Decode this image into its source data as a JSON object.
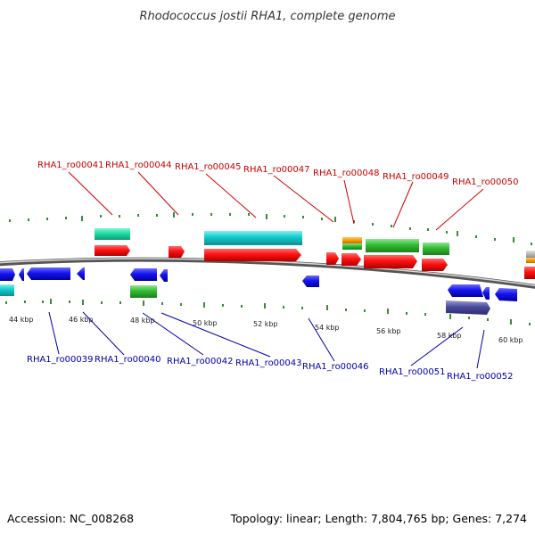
{
  "header": {
    "title": "Rhodococcus jostii RHA1, complete genome"
  },
  "footer": {
    "accession": "Accession: NC_008268",
    "topology": "Topology: linear; Length: 7,804,765 bp; Genes: 7,274"
  },
  "ruler": {
    "ticks": [
      "44 kbp",
      "46 kbp",
      "48 kbp",
      "50 kbp",
      "52 kbp",
      "54 kbp",
      "56 kbp",
      "58 kbp",
      "60 kbp"
    ]
  },
  "genes_plus": [
    "RHA1_ro00041",
    "RHA1_ro00044",
    "RHA1_ro00045",
    "RHA1_ro00047",
    "RHA1_ro00048",
    "RHA1_ro00049",
    "RHA1_ro00050"
  ],
  "genes_minus": [
    "RHA1_ro00039",
    "RHA1_ro00040",
    "RHA1_ro00042",
    "RHA1_ro00043",
    "RHA1_ro00046",
    "RHA1_ro00051",
    "RHA1_ro00052"
  ],
  "colors": {
    "gene": "#ff0000",
    "gene_minus": "#0000ee",
    "rrna": "#22aa22",
    "trna": "#00cccc",
    "misc": "#ff9900",
    "pseudo": "#444499",
    "tick": "#228822",
    "backbone": "#888888"
  }
}
